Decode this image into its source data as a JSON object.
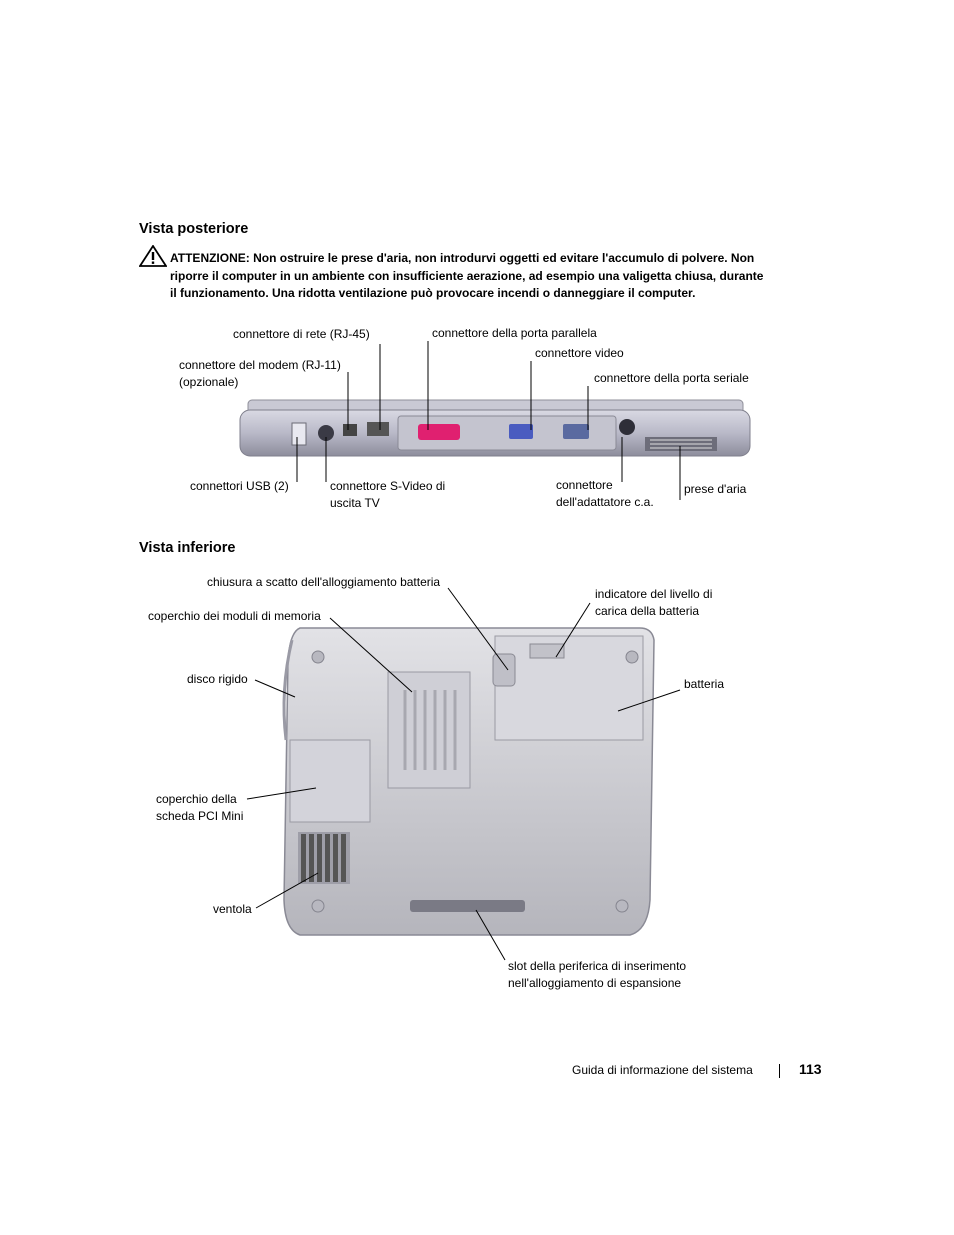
{
  "sections": {
    "rear_title": "Vista posteriore",
    "bottom_title": "Vista inferiore"
  },
  "warning": {
    "label": "ATTENZIONE:",
    "text": "Non ostruire le prese d'aria, non introdurvi oggetti ed evitare l'accumulo di polvere. Non riporre il computer in un ambiente con insufficiente aerazione, ad esempio una valigetta chiusa, durante il funzionamento. Una ridotta ventilazione può provocare incendi o danneggiare il computer.",
    "icon": "warning-triangle-icon"
  },
  "rear_labels": {
    "network": "connettore di rete (RJ-45)",
    "parallel": "connettore della porta parallela",
    "video": "connettore video",
    "modem_1": "connettore del modem (RJ-11)",
    "modem_2": "(opzionale)",
    "serial": "connettore della porta seriale",
    "usb": "connettori USB (2)",
    "svideo_1": "connettore S-Video di",
    "svideo_2": "uscita TV",
    "ac_1": "connettore",
    "ac_2": "dell'adattatore c.a.",
    "vents": "prese d'aria"
  },
  "bottom_labels": {
    "battery_latch": "chiusura a scatto dell'alloggiamento batteria",
    "charge_1": "indicatore del livello di",
    "charge_2": "carica della batteria",
    "memory": "coperchio dei moduli di memoria",
    "hdd": "disco rigido",
    "battery": "batteria",
    "pci_1": "coperchio della",
    "pci_2": "scheda PCI Mini",
    "fan": "ventola",
    "slot_1": "slot della periferica di inserimento",
    "slot_2": "nell'alloggiamento di espansione"
  },
  "footer": {
    "title": "Guida di informazione del sistema",
    "page": "113"
  }
}
